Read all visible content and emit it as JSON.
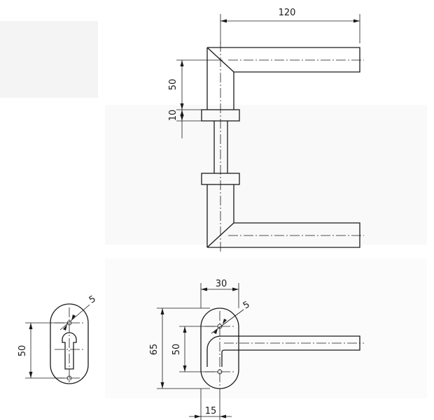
{
  "top_view": {
    "dim_width": "120",
    "dim_height": "50",
    "dim_rose": "10"
  },
  "rose_plate": {
    "dim_height": "50",
    "dim_hole": "5"
  },
  "side_view": {
    "dim_width": "30",
    "dim_outer": "65",
    "dim_inner": "50",
    "dim_hole": "5",
    "dim_bottom": "15"
  }
}
